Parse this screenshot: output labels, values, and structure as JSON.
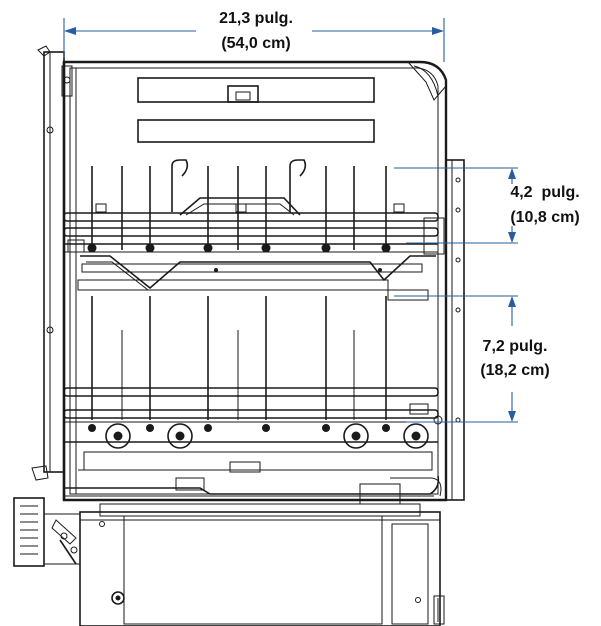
{
  "dimensions": {
    "width": {
      "line1": "21,3 pulg.",
      "line2": "(54,0 cm)"
    },
    "upper_rack": {
      "line1": "4,2  pulg.",
      "line2": "(10,8 cm)"
    },
    "lower_rack": {
      "line1": "7,2 pulg.",
      "line2": "(18,2 cm)"
    }
  },
  "colors": {
    "dimension_line": "#2a5d9f",
    "drawing_line": "#1a1a1a"
  }
}
